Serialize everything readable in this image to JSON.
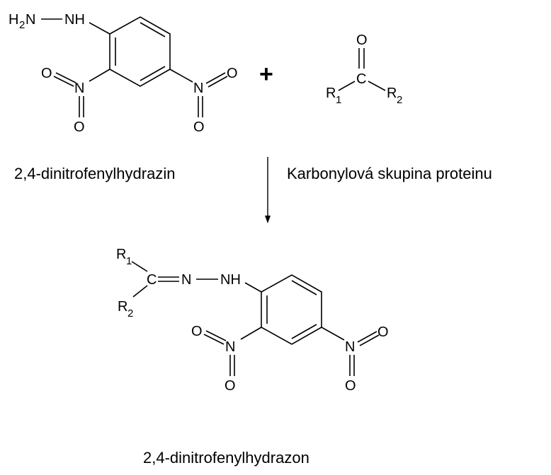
{
  "reactant_hydrazine": {
    "h2n": "H",
    "h2n_sub": "2",
    "h2n_n": "N",
    "nh": "NH",
    "nitro_o_left": "O",
    "nitro_n_left": "N",
    "nitro_o_left_bottom": "O",
    "nitro_n_right": "N",
    "nitro_o_right": "O",
    "nitro_o_right_bottom": "O"
  },
  "plus_sign": "+",
  "reactant_carbonyl": {
    "o": "O",
    "c": "C",
    "r1": "R",
    "r1_sub": "1",
    "r2": "R",
    "r2_sub": "2"
  },
  "labels": {
    "reactant_name": "2,4-dinitrofenylhydrazin",
    "reaction_condition": "Karbonylová skupina proteinu",
    "product_name": "2,4-dinitrofenylhydrazon"
  },
  "product": {
    "r1": "R",
    "r1_sub": "1",
    "c": "C",
    "n": "N",
    "nh": "NH",
    "r2": "R",
    "r2_sub": "2",
    "nitro_o_left": "O",
    "nitro_n_left": "N",
    "nitro_o_left_bottom": "O",
    "nitro_n_right": "N",
    "nitro_o_right": "O",
    "nitro_o_right_bottom": "O"
  },
  "colors": {
    "ink": "#000000",
    "background": "#ffffff"
  }
}
